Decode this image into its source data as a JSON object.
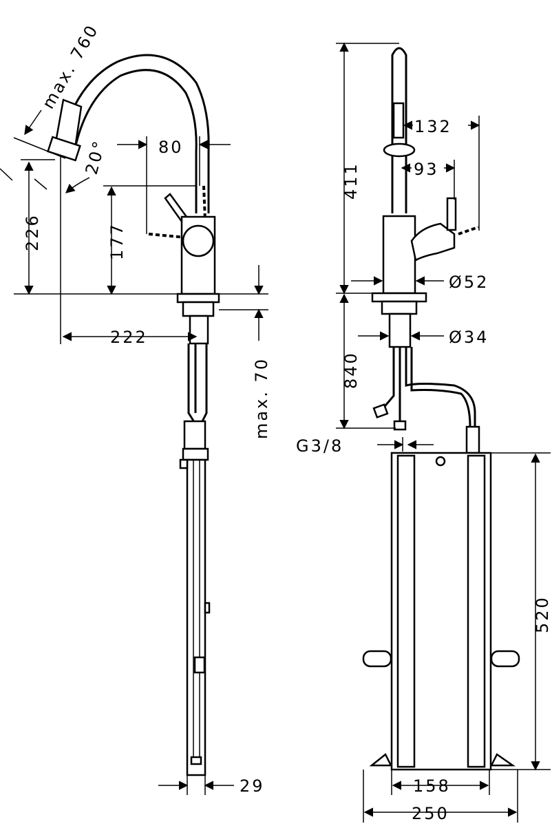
{
  "side_view": {
    "dims": {
      "reach_max": "max. 760",
      "angle": "20°",
      "lever_offset": "80",
      "spray_height": "226",
      "lever_height": "177",
      "spout_reach": "222",
      "deck_thickness": "max. 70",
      "shank_width": "29"
    }
  },
  "front_view": {
    "dims": {
      "total_height": "411",
      "handle_swing": "132",
      "handle_reach": "93",
      "body_diameter": "Ø52",
      "hole_diameter": "Ø34",
      "hose_length": "840",
      "connection_thread": "G3/8",
      "box_height": "520",
      "box_inner_width": "158",
      "box_outer_width": "250"
    }
  }
}
